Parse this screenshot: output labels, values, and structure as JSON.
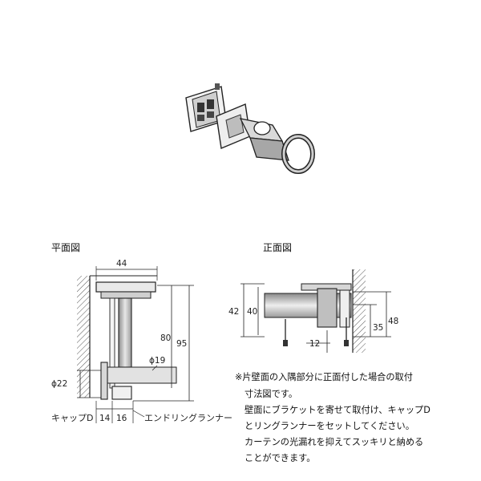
{
  "views": {
    "plan_title": "平面図",
    "front_title": "正面図"
  },
  "plan": {
    "dim_width": "44",
    "dim_80": "80",
    "dim_95": "95",
    "dim_phi19": "ϕ19",
    "dim_phi22": "ϕ22",
    "dim_14": "14",
    "dim_16": "16",
    "label_cap": "キャップD",
    "label_runner": "エンドリングランナー"
  },
  "front": {
    "dim_42": "42",
    "dim_40": "40",
    "dim_35": "35",
    "dim_48": "48",
    "dim_12": "12"
  },
  "note": {
    "lines": [
      "※片壁面の入隅部分に正面付した場合の取付",
      "寸法図です。",
      "壁面にブラケットを寄せて取付け、キャップD",
      "とリングランナーをセットしてください。",
      "カーテンの光漏れを抑えてスッキリと納める",
      "ことができます。"
    ]
  }
}
